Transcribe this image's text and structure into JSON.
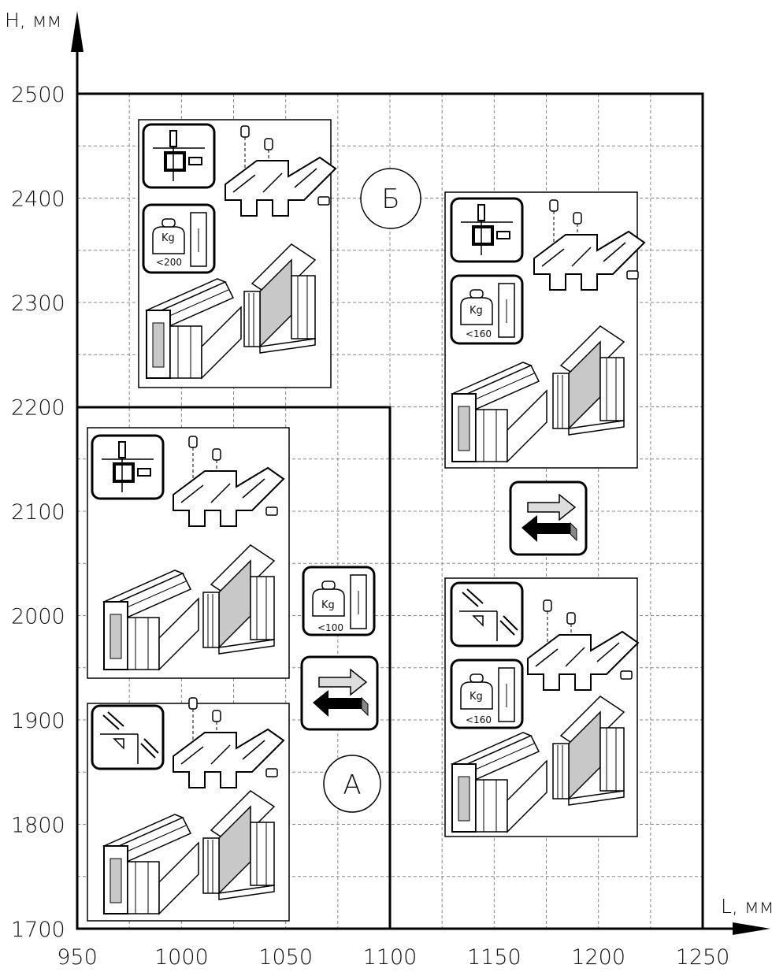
{
  "axes": {
    "x_label": "L, мм",
    "y_label": "H, мм",
    "x_ticks": [
      "950",
      "1000",
      "1050",
      "1100",
      "1150",
      "1200",
      "1250"
    ],
    "y_ticks": [
      "2500",
      "2400",
      "2300",
      "2200",
      "2100",
      "2000",
      "1900",
      "1800",
      "1700"
    ]
  },
  "chart_data": {
    "type": "diagram",
    "xlabel": "L, мм",
    "ylabel": "H, мм",
    "xlim": [
      950,
      1250
    ],
    "ylim": [
      1700,
      2500
    ],
    "grid": true,
    "zones": [
      {
        "name": "А",
        "l_max": 1100,
        "h_max": 2200
      },
      {
        "name": "Б",
        "l_max": 1250,
        "h_max": 2500
      }
    ],
    "weight_limits_kg": [
      "<200",
      "<100",
      "<160",
      "<160"
    ]
  },
  "zones": {
    "a_label": "А",
    "b_label": "Б"
  },
  "panels": {
    "top_left": {
      "weight_unit": "Kg",
      "limit": "<200"
    },
    "right_top": {
      "weight_unit": "Kg",
      "limit": "<160"
    },
    "right_bottom": {
      "weight_unit": "Kg",
      "limit": "<160"
    },
    "middle_weight": {
      "weight_unit": "Kg",
      "limit": "<100"
    }
  }
}
